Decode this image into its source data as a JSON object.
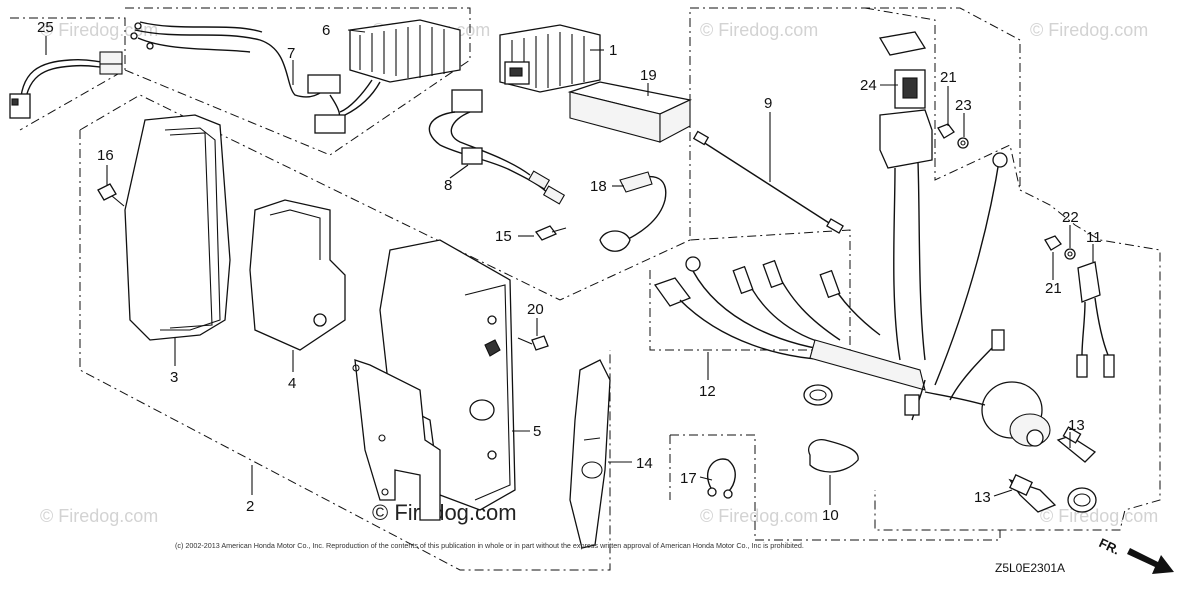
{
  "watermark": {
    "text": "© Firedog.com",
    "featured_text": "© Firedog.com"
  },
  "copyright": "(c) 2002-2013 American Honda Motor Co., Inc. Reproduction of the contents of this publication in whole or in part without the express written approval of American Honda Motor Co., Inc is prohibited.",
  "diagram_code": "Z5L0E2301A",
  "direction_label": "FR.",
  "callouts": {
    "c25": "25",
    "c6": "6",
    "c1": "1",
    "c7": "7",
    "c19": "19",
    "c9": "9",
    "c24": "24",
    "c21a": "21",
    "c23": "23",
    "c16": "16",
    "c8": "8",
    "c18": "18",
    "c15": "15",
    "c22": "22",
    "c11": "11",
    "c21b": "21",
    "c20": "20",
    "c3": "3",
    "c4": "4",
    "c5": "5",
    "c12": "12",
    "c14": "14",
    "c13a": "13",
    "c17": "17",
    "c10": "10",
    "c13b": "13",
    "c2": "2"
  }
}
